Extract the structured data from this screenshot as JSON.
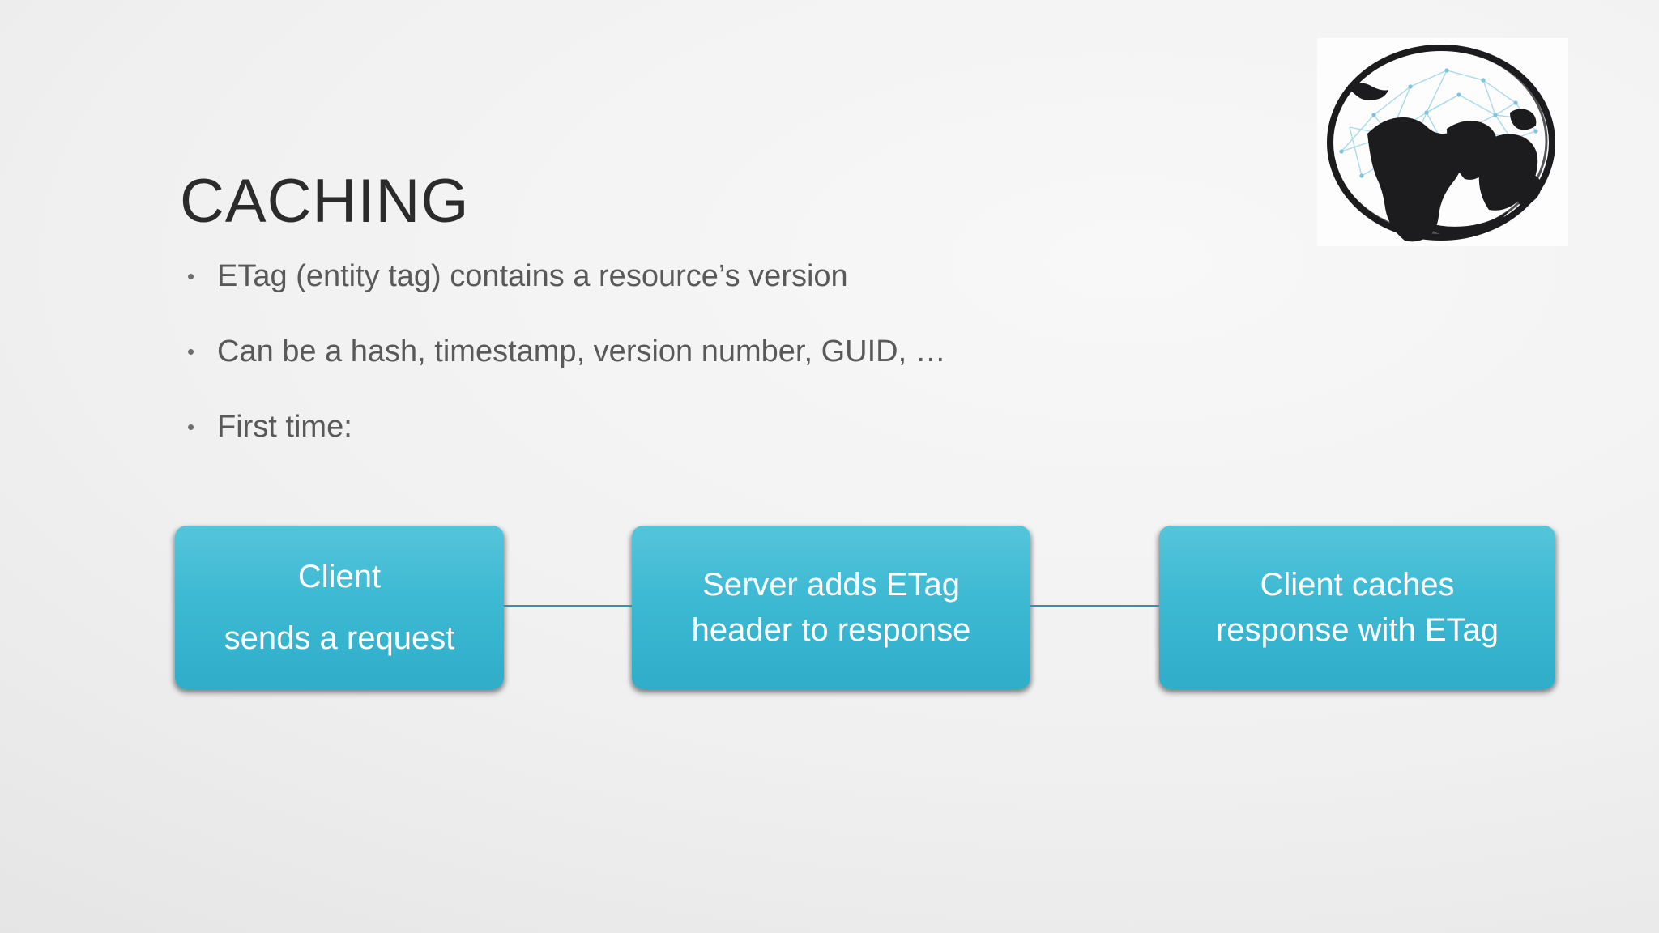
{
  "slide": {
    "title": "CACHING",
    "bullets": [
      "ETag (entity tag) contains a resource’s version",
      "Can be a hash, timestamp, version number, GUID, …",
      "First time:"
    ],
    "bullet_marker": "•",
    "flow": {
      "steps": [
        {
          "line1": "Client",
          "line2": "sends a request"
        },
        {
          "line1": "Server adds ETag",
          "line2": "header to response"
        },
        {
          "line1": "Client caches",
          "line2": "response with ETag"
        }
      ]
    },
    "icons": {
      "globe": "globe-network-logo"
    },
    "colors": {
      "title_text": "#2b2b2b",
      "bullet_text": "#595959",
      "box_top": "#55c5db",
      "box_bottom": "#2fadc9",
      "box_text": "#ffffff",
      "connector": "#2d96aa",
      "globe_land": "#1c1c1e",
      "globe_mesh": "#a9d9ec"
    }
  }
}
